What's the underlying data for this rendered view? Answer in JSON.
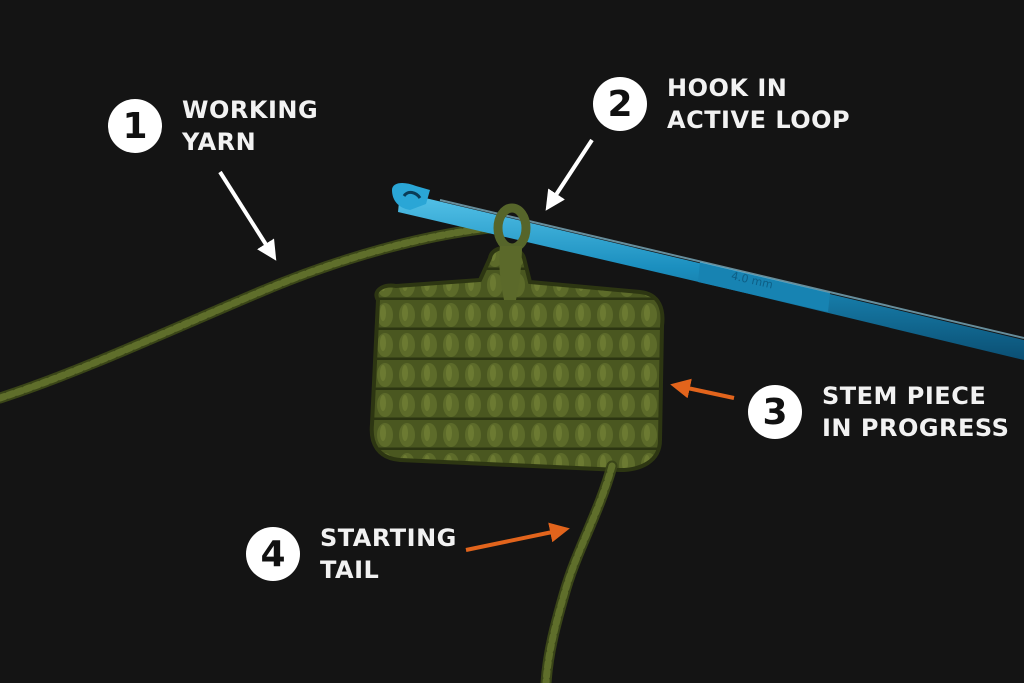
{
  "image": {
    "background_color": "#141414",
    "yarn_color": "#4e5b22",
    "hook_color": "#1b8fbf",
    "white_arrow_color": "#ffffff",
    "orange_arrow_color": "#e2641c",
    "hook_imprint": "4.0 mm"
  },
  "callouts": [
    {
      "number": "1",
      "line1": "WORKING",
      "line2": "YARN"
    },
    {
      "number": "2",
      "line1": "HOOK IN",
      "line2": "ACTIVE LOOP"
    },
    {
      "number": "3",
      "line1": "STEM PIECE",
      "line2": "IN PROGRESS"
    },
    {
      "number": "4",
      "line1": "STARTING",
      "line2": "TAIL"
    }
  ]
}
